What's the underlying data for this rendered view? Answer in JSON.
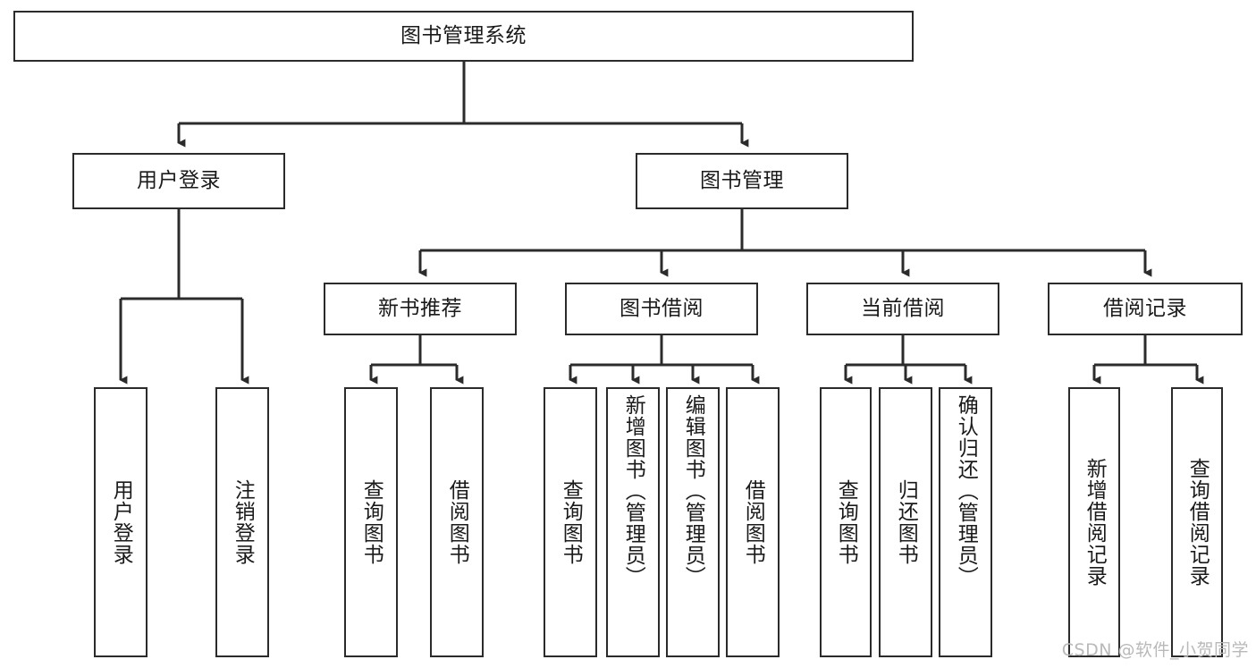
{
  "diagram": {
    "type": "tree-hierarchy-diagram",
    "title": "图书管理系统",
    "stroke_color": "#2b2b2b",
    "background_color": "#ffffff",
    "root": {
      "label": "图书管理系统"
    },
    "level2": [
      {
        "label": "用户登录"
      },
      {
        "label": "图书管理"
      }
    ],
    "level3": [
      {
        "label": "新书推荐"
      },
      {
        "label": "图书借阅"
      },
      {
        "label": "当前借阅"
      },
      {
        "label": "借阅记录"
      }
    ],
    "leaves": {
      "user_login": [
        {
          "label": "用户登录"
        },
        {
          "label": "注销登录"
        }
      ],
      "new_book_recommend": [
        {
          "label": "查询图书"
        },
        {
          "label": "借阅图书"
        }
      ],
      "book_borrow": [
        {
          "label": "查询图书"
        },
        {
          "label": "新增图书（管理员）"
        },
        {
          "label": "编辑图书（管理员）"
        },
        {
          "label": "借阅图书"
        }
      ],
      "current_borrow": [
        {
          "label": "查询图书"
        },
        {
          "label": "归还图书"
        },
        {
          "label": "确认归还（管理员）"
        }
      ],
      "borrow_records": [
        {
          "label": "新增借阅记录"
        },
        {
          "label": "查询借阅记录"
        }
      ]
    }
  },
  "watermark": {
    "text": "CSDN @软件_小贺同学",
    "color": "#b9b9b9"
  }
}
